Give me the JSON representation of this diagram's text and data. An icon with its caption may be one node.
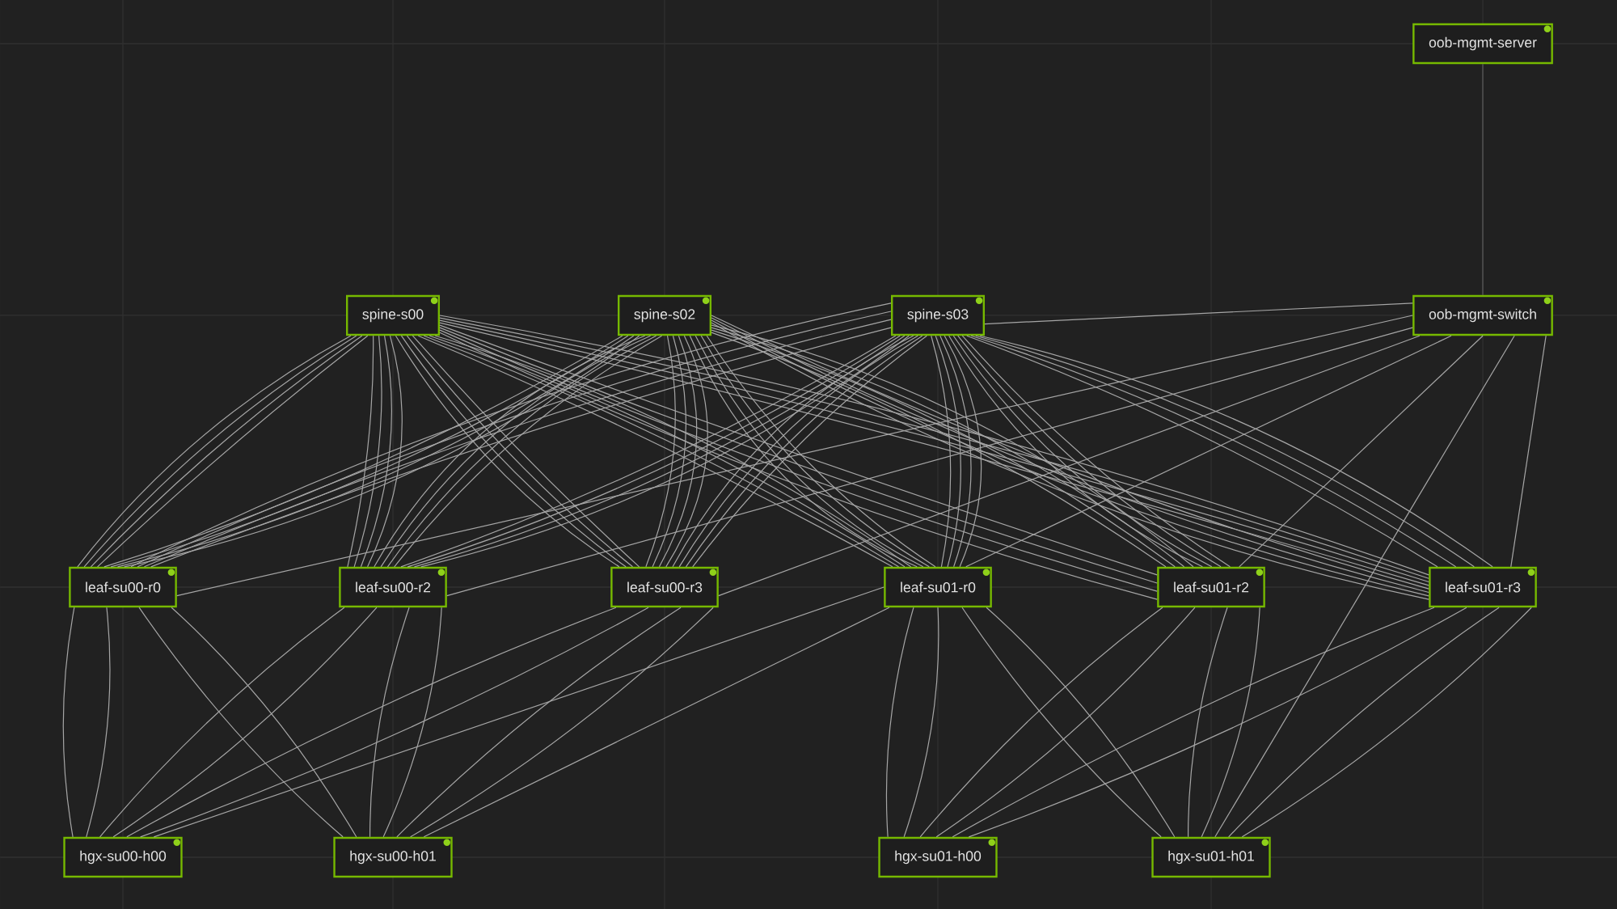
{
  "diagram": {
    "nodes": [
      {
        "text": [
          "oob-mgmt-server"
        ]
      },
      {
        "text": [
          "spine-s00"
        ]
      },
      {
        "text": [
          "spine-s02"
        ]
      },
      {
        "text": [
          "spine-s03"
        ]
      },
      {
        "text": [
          "oob-mgmt-switch"
        ]
      },
      {
        "text": [
          "leaf-su00-r0"
        ]
      },
      {
        "text": [
          "leaf-su00-r2"
        ]
      },
      {
        "text": [
          "leaf-su00-r3"
        ]
      },
      {
        "text": [
          "leaf-su01-r0"
        ]
      },
      {
        "text": [
          "leaf-su01-r2"
        ]
      },
      {
        "text": [
          "leaf-su01-r3"
        ]
      },
      {
        "text": [
          "hgx-su00-h00"
        ]
      },
      {
        "text": [
          "hgx-su00-h01"
        ]
      },
      {
        "text": [
          "hgx-su01-h00"
        ]
      },
      {
        "text": [
          "hgx-su01-h01"
        ]
      }
    ],
    "edges": [
      {
        "from": 1,
        "to": 5,
        "arrow": "none"
      },
      {
        "from": 1,
        "to": 5,
        "arrow": "none"
      },
      {
        "from": 1,
        "to": 5,
        "arrow": "none"
      },
      {
        "from": 1,
        "to": 5,
        "arrow": "none"
      },
      {
        "from": 1,
        "to": 6,
        "arrow": "none"
      },
      {
        "from": 1,
        "to": 6,
        "arrow": "none"
      },
      {
        "from": 1,
        "to": 6,
        "arrow": "none"
      },
      {
        "from": 1,
        "to": 6,
        "arrow": "none"
      },
      {
        "from": 1,
        "to": 7,
        "arrow": "none"
      },
      {
        "from": 1,
        "to": 7,
        "arrow": "none"
      },
      {
        "from": 1,
        "to": 7,
        "arrow": "none"
      },
      {
        "from": 1,
        "to": 7,
        "arrow": "none"
      },
      {
        "from": 1,
        "to": 8,
        "arrow": "none"
      },
      {
        "from": 1,
        "to": 8,
        "arrow": "none"
      },
      {
        "from": 1,
        "to": 8,
        "arrow": "none"
      },
      {
        "from": 1,
        "to": 8,
        "arrow": "none"
      },
      {
        "from": 1,
        "to": 9,
        "arrow": "none"
      },
      {
        "from": 1,
        "to": 9,
        "arrow": "none"
      },
      {
        "from": 1,
        "to": 9,
        "arrow": "none"
      },
      {
        "from": 1,
        "to": 9,
        "arrow": "none"
      },
      {
        "from": 1,
        "to": 10,
        "arrow": "none"
      },
      {
        "from": 1,
        "to": 10,
        "arrow": "none"
      },
      {
        "from": 1,
        "to": 10,
        "arrow": "none"
      },
      {
        "from": 1,
        "to": 10,
        "arrow": "none"
      },
      {
        "from": 2,
        "to": 5,
        "arrow": "none"
      },
      {
        "from": 2,
        "to": 5,
        "arrow": "none"
      },
      {
        "from": 2,
        "to": 5,
        "arrow": "none"
      },
      {
        "from": 2,
        "to": 5,
        "arrow": "none"
      },
      {
        "from": 2,
        "to": 6,
        "arrow": "none"
      },
      {
        "from": 2,
        "to": 6,
        "arrow": "none"
      },
      {
        "from": 2,
        "to": 6,
        "arrow": "none"
      },
      {
        "from": 2,
        "to": 6,
        "arrow": "none"
      },
      {
        "from": 2,
        "to": 7,
        "arrow": "none"
      },
      {
        "from": 2,
        "to": 7,
        "arrow": "none"
      },
      {
        "from": 2,
        "to": 7,
        "arrow": "none"
      },
      {
        "from": 2,
        "to": 7,
        "arrow": "none"
      },
      {
        "from": 2,
        "to": 8,
        "arrow": "none"
      },
      {
        "from": 2,
        "to": 8,
        "arrow": "none"
      },
      {
        "from": 2,
        "to": 8,
        "arrow": "none"
      },
      {
        "from": 2,
        "to": 8,
        "arrow": "none"
      },
      {
        "from": 2,
        "to": 9,
        "arrow": "none"
      },
      {
        "from": 2,
        "to": 9,
        "arrow": "none"
      },
      {
        "from": 2,
        "to": 9,
        "arrow": "none"
      },
      {
        "from": 2,
        "to": 9,
        "arrow": "none"
      },
      {
        "from": 2,
        "to": 10,
        "arrow": "none"
      },
      {
        "from": 2,
        "to": 10,
        "arrow": "none"
      },
      {
        "from": 2,
        "to": 10,
        "arrow": "none"
      },
      {
        "from": 2,
        "to": 10,
        "arrow": "none"
      },
      {
        "from": 3,
        "to": 5,
        "arrow": "none"
      },
      {
        "from": 3,
        "to": 5,
        "arrow": "none"
      },
      {
        "from": 3,
        "to": 5,
        "arrow": "none"
      },
      {
        "from": 3,
        "to": 5,
        "arrow": "none"
      },
      {
        "from": 3,
        "to": 6,
        "arrow": "none"
      },
      {
        "from": 3,
        "to": 6,
        "arrow": "none"
      },
      {
        "from": 3,
        "to": 6,
        "arrow": "none"
      },
      {
        "from": 3,
        "to": 6,
        "arrow": "none"
      },
      {
        "from": 3,
        "to": 7,
        "arrow": "none"
      },
      {
        "from": 3,
        "to": 7,
        "arrow": "none"
      },
      {
        "from": 3,
        "to": 7,
        "arrow": "none"
      },
      {
        "from": 3,
        "to": 7,
        "arrow": "none"
      },
      {
        "from": 3,
        "to": 8,
        "arrow": "none"
      },
      {
        "from": 3,
        "to": 8,
        "arrow": "none"
      },
      {
        "from": 3,
        "to": 8,
        "arrow": "none"
      },
      {
        "from": 3,
        "to": 8,
        "arrow": "none"
      },
      {
        "from": 3,
        "to": 9,
        "arrow": "none"
      },
      {
        "from": 3,
        "to": 9,
        "arrow": "none"
      },
      {
        "from": 3,
        "to": 9,
        "arrow": "none"
      },
      {
        "from": 3,
        "to": 9,
        "arrow": "none"
      },
      {
        "from": 3,
        "to": 10,
        "arrow": "none"
      },
      {
        "from": 3,
        "to": 10,
        "arrow": "none"
      },
      {
        "from": 3,
        "to": 10,
        "arrow": "none"
      },
      {
        "from": 3,
        "to": 10,
        "arrow": "none"
      },
      {
        "from": 5,
        "to": 11,
        "arrow": "none"
      },
      {
        "from": 5,
        "to": 11,
        "arrow": "none"
      },
      {
        "from": 6,
        "to": 11,
        "arrow": "none"
      },
      {
        "from": 6,
        "to": 11,
        "arrow": "none"
      },
      {
        "from": 7,
        "to": 11,
        "arrow": "none"
      },
      {
        "from": 7,
        "to": 11,
        "arrow": "none"
      },
      {
        "from": 8,
        "to": 11,
        "arrow": "none"
      },
      {
        "from": 6,
        "to": 12,
        "arrow": "none"
      },
      {
        "from": 6,
        "to": 12,
        "arrow": "none"
      },
      {
        "from": 5,
        "to": 12,
        "arrow": "none"
      },
      {
        "from": 5,
        "to": 12,
        "arrow": "none"
      },
      {
        "from": 7,
        "to": 12,
        "arrow": "none"
      },
      {
        "from": 7,
        "to": 12,
        "arrow": "none"
      },
      {
        "from": 8,
        "to": 12,
        "arrow": "none"
      },
      {
        "from": 8,
        "to": 13,
        "arrow": "none"
      },
      {
        "from": 8,
        "to": 13,
        "arrow": "none"
      },
      {
        "from": 9,
        "to": 13,
        "arrow": "none"
      },
      {
        "from": 9,
        "to": 13,
        "arrow": "none"
      },
      {
        "from": 10,
        "to": 13,
        "arrow": "none"
      },
      {
        "from": 10,
        "to": 13,
        "arrow": "none"
      },
      {
        "from": 9,
        "to": 14,
        "arrow": "none"
      },
      {
        "from": 9,
        "to": 14,
        "arrow": "none"
      },
      {
        "from": 8,
        "to": 14,
        "arrow": "none"
      },
      {
        "from": 8,
        "to": 14,
        "arrow": "none"
      },
      {
        "from": 10,
        "to": 14,
        "arrow": "none"
      },
      {
        "from": 10,
        "to": 14,
        "arrow": "none"
      },
      {
        "from": 4,
        "to": 14,
        "arrow": "none"
      },
      {
        "from": 4,
        "to": 5,
        "arrow": "none"
      },
      {
        "from": 4,
        "to": 6,
        "arrow": "none"
      },
      {
        "from": 4,
        "to": 7,
        "arrow": "none"
      },
      {
        "from": 4,
        "to": 8,
        "arrow": "none"
      },
      {
        "from": 4,
        "to": 9,
        "arrow": "none"
      },
      {
        "from": 4,
        "to": 10,
        "arrow": "none"
      },
      {
        "from": 3,
        "to": 4,
        "arrow": "none"
      },
      {
        "from": 0,
        "to": 4,
        "arrow": "none",
        "color": "#5c5c5c"
      }
    ]
  }
}
